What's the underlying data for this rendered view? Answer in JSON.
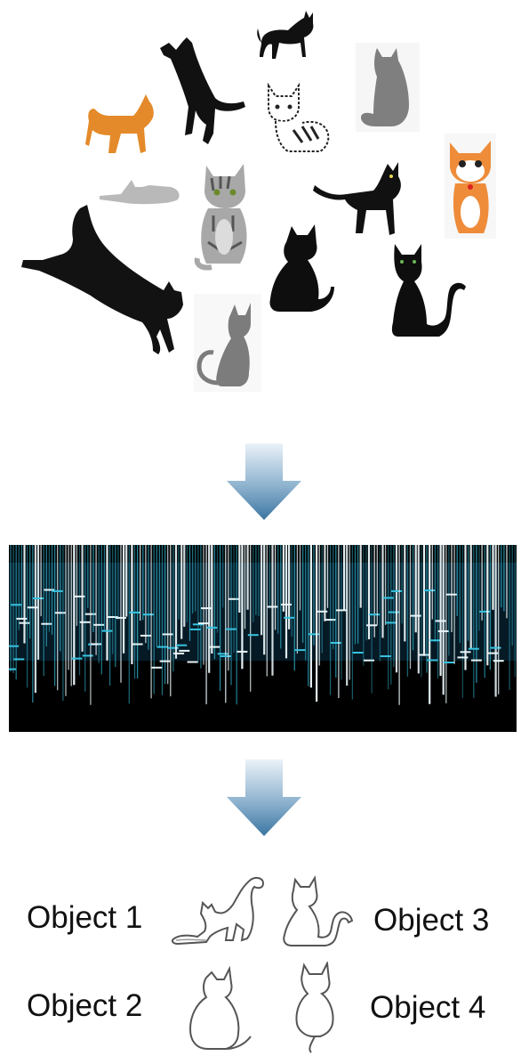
{
  "objects": {
    "object_1": "Object 1",
    "object_2": "Object 2",
    "object_3": "Object 3",
    "object_4": "Object 4"
  },
  "icons": {
    "input": "cat-silhouettes-icon",
    "transform": "down-arrow-icon",
    "representation": "spectrogram-icon",
    "output": "cat-outline-icon"
  },
  "colors": {
    "arrow_top": "#eaf2f8",
    "arrow_bottom": "#3b76a2",
    "cat_black": "#111111",
    "cat_gray": "#8a8a8a",
    "cat_orange": "#e48a2a",
    "spectrogram_bg": "#000000",
    "spectrogram_line": "#e8f4f7",
    "spectrogram_accent": "#36c3e0"
  }
}
